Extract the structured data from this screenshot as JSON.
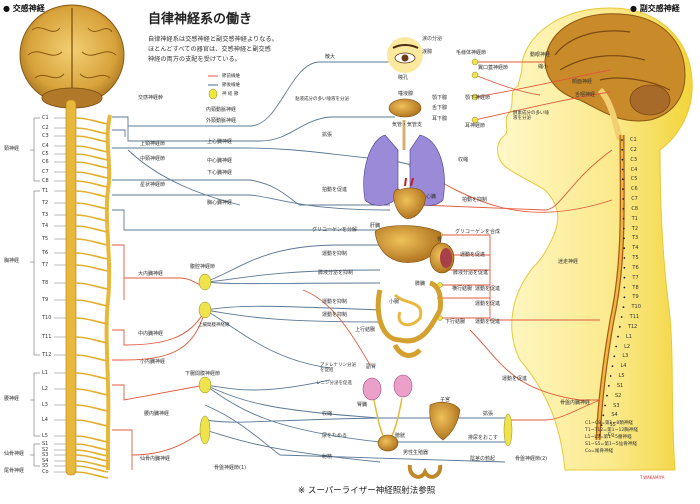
{
  "title": "自律神経系の働き",
  "description": [
    "自律神経系は交感神経と副交感神経よりなる。",
    "ほとんどすべての器官は、交感神経と副交感",
    "神経の両方の支配を受けている。"
  ],
  "headings": {
    "left": "● 交感神経",
    "right": "● 副交感神経"
  },
  "legend": [
    {
      "label": "節前線維",
      "color": "#e05a3c"
    },
    {
      "label": "節後線維",
      "color": "#4a6a9a"
    },
    {
      "label": "神 経 節",
      "color": "#f0e640"
    }
  ],
  "footnote": "※ スーパーライザー神経照射法参照",
  "colors": {
    "preganglionic": "#e05a3c",
    "postganglionic": "#5c7896",
    "ganglion": "#eee34a",
    "nerve_gold": "#e8b83a"
  },
  "spine_left": {
    "groups": [
      {
        "label": "頚神経",
        "segments": [
          "C1",
          "C2",
          "C3",
          "C4",
          "C5",
          "C6",
          "C7",
          "C8"
        ]
      },
      {
        "label": "胸神経",
        "segments": [
          "T1",
          "T2",
          "T3",
          "T4",
          "T5",
          "T6",
          "T7",
          "T8",
          "T9",
          "T10",
          "T11",
          "T12"
        ]
      },
      {
        "label": "腰神経",
        "segments": [
          "L1",
          "L2",
          "L3",
          "L4",
          "L5"
        ]
      },
      {
        "label": "仙骨神経",
        "segments": [
          "S1",
          "S2",
          "S3",
          "S4",
          "S5"
        ]
      },
      {
        "label": "尾骨神経",
        "segments": [
          "Co"
        ]
      }
    ]
  },
  "spine_right": {
    "segments": [
      "C1",
      "C2",
      "C3",
      "C4",
      "C5",
      "C6",
      "C7",
      "C8",
      "T1",
      "T2",
      "T3",
      "T4",
      "T5",
      "T6",
      "T7",
      "T8",
      "T9",
      "T10",
      "T11",
      "T12",
      "L1",
      "L2",
      "L3",
      "L4",
      "L5",
      "S1",
      "S2",
      "S3",
      "S4",
      "S5",
      "Co"
    ]
  },
  "sympathetic_labels": {
    "sympathetic_trunk": "交感神経幹",
    "internal_carotid": "内頸動脈神経",
    "external_carotid": "外頸動脈神経",
    "superior_cervical_ganglion": "上頸神経節",
    "middle_cervical_ganglion": "中頸神経節",
    "stellate_ganglion": "星状神経節",
    "superior_cardiac": "上心臓神経",
    "middle_cardiac": "中心臓神経",
    "inferior_cardiac": "下心臓神経",
    "thoracic_cardiac": "胸心臓神経",
    "greater_splanchnic": "大内臓神経",
    "lesser_splanchnic": "中内臓神経",
    "least_splanchnic": "小内臓神経",
    "celiac_ganglion": "腹腔神経節",
    "superior_mesenteric_ganglion": "上腸間膜神経節",
    "inferior_mesenteric_ganglion": "下腸間膜神経節",
    "lumbar_splanchnic": "腰内臓神経",
    "sacral_splanchnic": "仙骨内臓神経",
    "pelvic_ganglion_1": "骨盤神経節(1)"
  },
  "effects_left": {
    "pupil": "散大",
    "saliva": "粘液成分の多い唾液を分泌",
    "bronchi": "拡張",
    "heart": "拍動を促進",
    "glycogen": "グリコーゲンを分解",
    "stomach_motility": "運動を抑制",
    "pancreas": "膵液分泌を抑制",
    "intestine_motility": "運動を抑制",
    "colon_motility": "運動を抑制",
    "adrenaline": "アドレナリン分泌を促進",
    "renin": "レニン分泌を促進",
    "contraction": "収縮",
    "urine_retention": "尿をためる",
    "ejaculation": "射精"
  },
  "organs": {
    "eye_tear": "涙の分泌",
    "lacrimal": "涙腺",
    "pupil": "瞳孔",
    "salivary": "唾液腺",
    "submandibular": "顎下腺",
    "sublingual": "舌下腺",
    "parotid": "耳下腺",
    "trachea": "気管・気管支",
    "heart": "心臓",
    "liver": "肝臓",
    "stomach": "胃",
    "pancreas": "膵臓",
    "small_intestine": "小腸",
    "transverse_colon": "横行結腸",
    "ascending_colon": "上行結腸",
    "descending_colon": "下行結腸",
    "adrenal": "副腎",
    "kidney": "腎臓",
    "uterus": "子宮",
    "bladder": "膀胱",
    "genitals": "男性生殖器"
  },
  "parasympathetic_labels": {
    "ciliary_ganglion": "毛様体神経節",
    "pterygopalatine_ganglion": "翼口蓋神経節",
    "oculomotor": "動眼神経",
    "miosis": "縮小",
    "facial": "顔面神経",
    "glossopharyngeal": "舌咽神経",
    "submandibular_ganglion": "顎下神経節",
    "otic_ganglion": "耳神経節",
    "serous_saliva": "酵素成分の多い唾液を分泌",
    "constriction": "収縮",
    "heart_inhibit": "拍動を抑制",
    "vagus": "迷走神経",
    "glycogen_synth": "グリコーゲンを合成",
    "stomach_promote": "運動を促進",
    "pancreas_promote": "膵液分泌を促進",
    "transverse_promote": "運動を促進",
    "intestine_promote": "運動を促進",
    "descending_promote": "運動を促進",
    "colon_promote": "運動を促進",
    "pelvic_splanchnic": "骨盤内臓神経",
    "dilate": "拡張",
    "urinate": "排尿をおこす",
    "erection": "陰茎の勃起",
    "pelvic_ganglion_2": "骨盤神経節(2)"
  },
  "key": [
    "C1~C8=第1~8頚神経",
    "T1~T12=第1~12胸神経",
    "L1~L5=第1~5腰神経",
    "S1~S5=第1~5仙骨神経",
    "Co=尾骨神経"
  ],
  "signature": "T.WAKAMIYA"
}
